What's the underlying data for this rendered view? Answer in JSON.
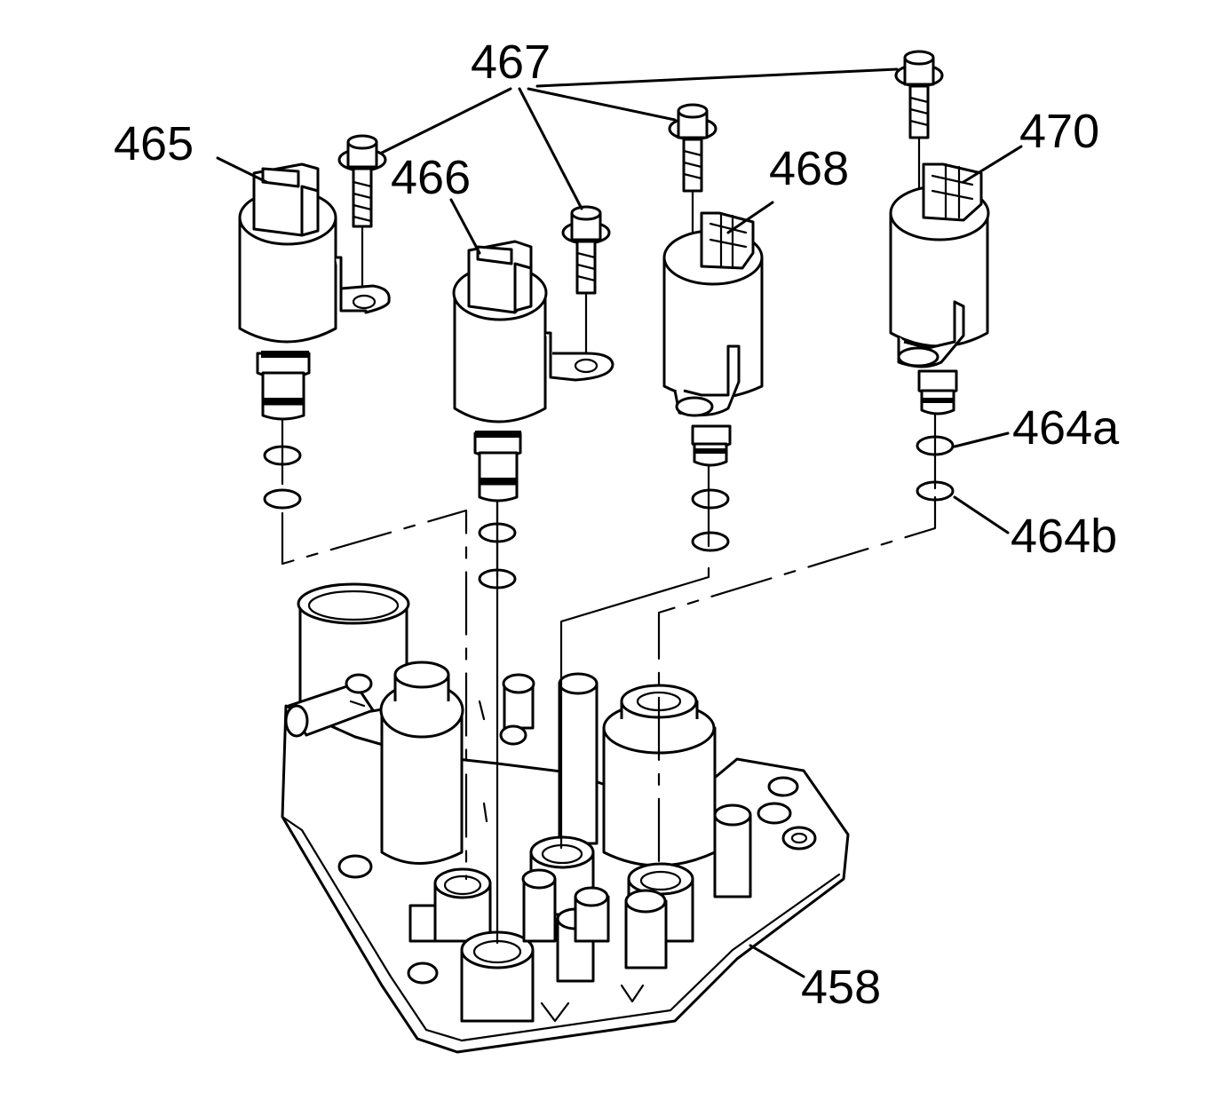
{
  "labels": {
    "l465": "465",
    "l466": "466",
    "l467": "467",
    "l468": "468",
    "l470": "470",
    "l464a": "464a",
    "l464b": "464b",
    "l458": "458"
  }
}
